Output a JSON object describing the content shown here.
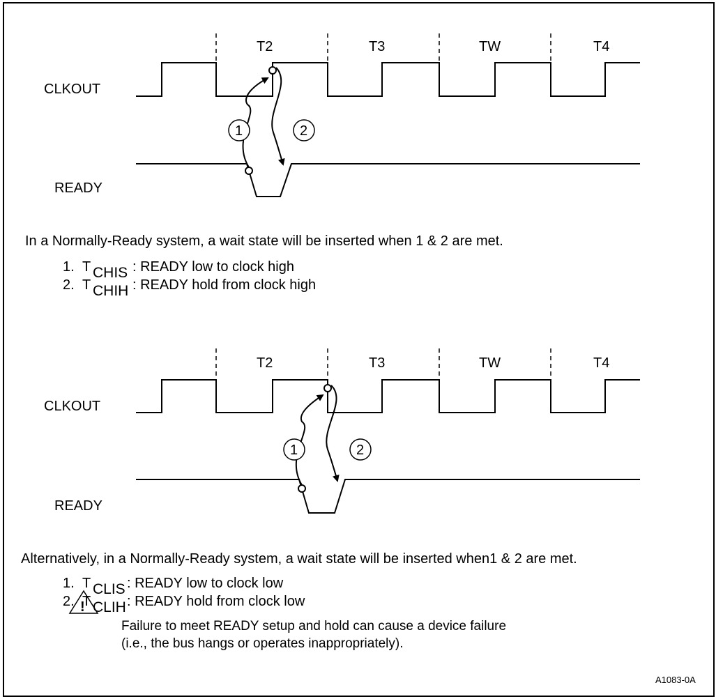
{
  "diagram1": {
    "state_labels": [
      "T2",
      "T3",
      "TW",
      "T4"
    ],
    "clk_label": "CLKOUT",
    "ready_label": "READY",
    "marker1": "1",
    "marker2": "2"
  },
  "caption1": "In a Normally-Ready system, a wait state will be inserted when 1 & 2 are met.",
  "list1": [
    {
      "num": "1.",
      "t": "T",
      "sub": "CHIS",
      "desc": ":  READY low to clock high"
    },
    {
      "num": "2.",
      "t": "T",
      "sub": "CHIH",
      "desc": ":  READY hold from clock high"
    }
  ],
  "diagram2": {
    "state_labels": [
      "T2",
      "T3",
      "TW",
      "T4"
    ],
    "clk_label": "CLKOUT",
    "ready_label": "READY",
    "marker1": "1",
    "marker2": "2"
  },
  "caption2": "Alternatively, in a Normally-Ready system, a wait state will be inserted when1 & 2 are met.",
  "list2": [
    {
      "num": "1.",
      "t": "T",
      "sub": "CLIS",
      "desc": ":  READY low to clock low"
    },
    {
      "num": "2.",
      "t": "T",
      "sub": "CLIH",
      "desc": ":  READY hold from clock low"
    }
  ],
  "warning": {
    "icon": "warning-triangle-icon",
    "symbol": "!",
    "line1": "Failure to meet READY setup and hold can cause a device failure",
    "line2": "(i.e., the bus hangs or operates inappropriately)."
  },
  "figure_id": "A1083-0A"
}
